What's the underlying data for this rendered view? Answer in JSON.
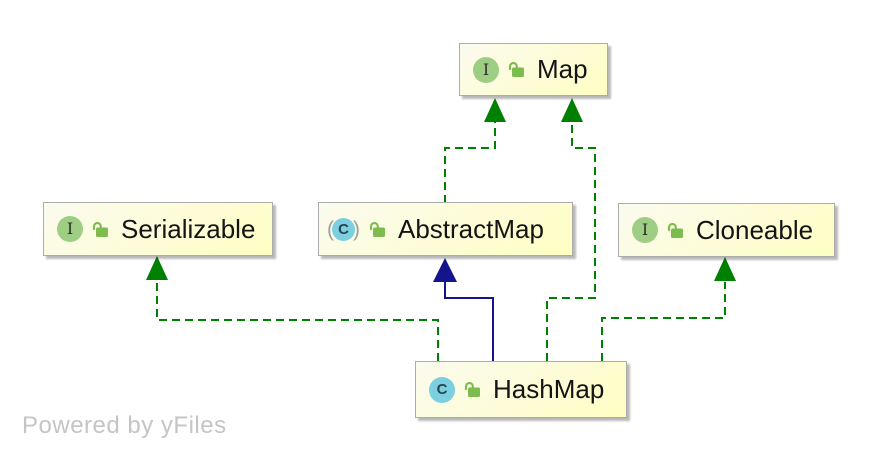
{
  "diagram": {
    "watermark": "Powered by yFiles",
    "colors": {
      "realization_green": "#008000",
      "generalization_blue": "#14148c",
      "node_fill_top": "#fbfbef",
      "node_fill_bottom": "#ffffc3",
      "node_border": "#acacac",
      "interface_icon_green": "#9ece83",
      "class_icon_cyan": "#7ccfe0",
      "lock_green": "#7fbc50",
      "watermark_gray": "#c5c5c5"
    },
    "icons": {
      "paren_open": "(",
      "paren_close": ")"
    },
    "nodes": [
      {
        "id": "map",
        "label": "Map",
        "stereotype": "interface",
        "icon": "interface-icon",
        "icon_letter": "I",
        "visibility": "public"
      },
      {
        "id": "serializable",
        "label": "Serializable",
        "stereotype": "interface",
        "icon": "interface-icon",
        "icon_letter": "I",
        "visibility": "public"
      },
      {
        "id": "abstractmap",
        "label": "AbstractMap",
        "stereotype": "abstract-class",
        "icon": "abstract-class-icon",
        "icon_letter": "C",
        "visibility": "public"
      },
      {
        "id": "cloneable",
        "label": "Cloneable",
        "stereotype": "interface",
        "icon": "interface-icon",
        "icon_letter": "I",
        "visibility": "public"
      },
      {
        "id": "hashmap",
        "label": "HashMap",
        "stereotype": "class",
        "icon": "class-icon",
        "icon_letter": "C",
        "visibility": "public"
      }
    ],
    "edges": [
      {
        "from": "AbstractMap",
        "to": "Map",
        "type": "realization (implements)",
        "style": "dashed",
        "color": "#008000"
      },
      {
        "from": "HashMap",
        "to": "Map",
        "type": "realization (implements)",
        "style": "dashed",
        "color": "#008000"
      },
      {
        "from": "HashMap",
        "to": "Serializable",
        "type": "realization (implements)",
        "style": "dashed",
        "color": "#008000"
      },
      {
        "from": "HashMap",
        "to": "AbstractMap",
        "type": "generalization (extends)",
        "style": "solid",
        "color": "#14148c"
      },
      {
        "from": "HashMap",
        "to": "Cloneable",
        "type": "realization (implements)",
        "style": "dashed",
        "color": "#008000"
      }
    ]
  }
}
